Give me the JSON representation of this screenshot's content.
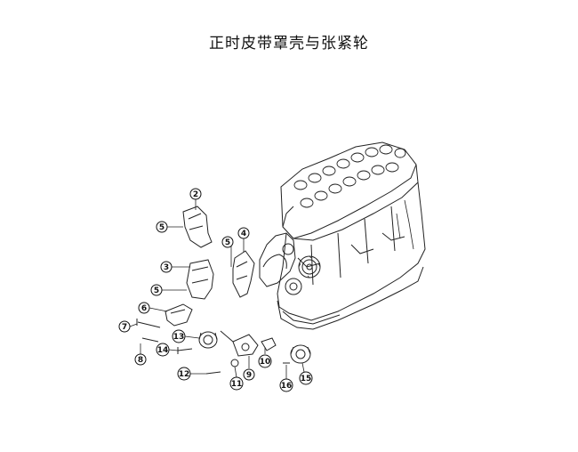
{
  "title": "正时皮带罩壳与张紧轮",
  "callouts": [
    {
      "id": "c2a",
      "label": "2"
    },
    {
      "id": "c5a",
      "label": "5"
    },
    {
      "id": "c3",
      "label": "3"
    },
    {
      "id": "c5b",
      "label": "5"
    },
    {
      "id": "c5c",
      "label": "5"
    },
    {
      "id": "c4",
      "label": "4"
    },
    {
      "id": "c6",
      "label": "6"
    },
    {
      "id": "c7",
      "label": "7"
    },
    {
      "id": "c8",
      "label": "8"
    },
    {
      "id": "c13",
      "label": "13"
    },
    {
      "id": "c14",
      "label": "14"
    },
    {
      "id": "c12",
      "label": "12"
    },
    {
      "id": "c11",
      "label": "11"
    },
    {
      "id": "c9",
      "label": "9"
    },
    {
      "id": "c10",
      "label": "10"
    },
    {
      "id": "c16",
      "label": "16"
    },
    {
      "id": "c15",
      "label": "15"
    }
  ]
}
